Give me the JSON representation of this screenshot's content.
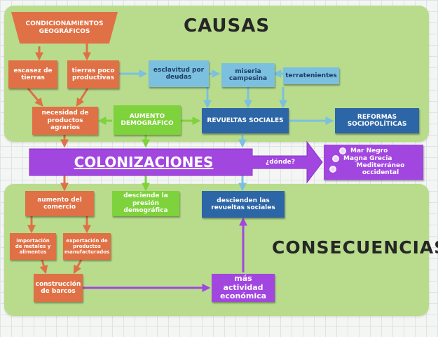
{
  "titles": {
    "causes": "CAUSAS",
    "consequences": "CONSECUENCIAS"
  },
  "nodes": {
    "condicionamientos": "CONDICIONAMIENTOS GEOGRÁFICOS",
    "escasez": "escasez de tierras",
    "tierras_poco": "tierras poco productivas",
    "esclavitud": "esclavitud por deudas",
    "miseria": "miseria campesina",
    "terratenientes": "terratenientes",
    "necesidad": "necesidad de productos agrarios",
    "aumento_demografico": "AUMENTO DEMOGRÁFICO",
    "revueltas": "REVUELTAS SOCIALES",
    "reformas": "REFORMAS SOCIOPOLÍTICAS",
    "colonizaciones": "COLONIZACIONES",
    "donde": "¿dónde?",
    "aumento_comercio": "aumento del comercio",
    "desciende_presion": "desciende la presión demográfica",
    "descienden_revueltas": "descienden las revueltas sociales",
    "importacion": "importación de metales y alimentos",
    "exportacion": "exportación de productos manufacturados",
    "construccion": "construcción de barcos",
    "mas_actividad": "más actividad económica"
  },
  "destinations": [
    "Mar Negro",
    "Magna Grecia",
    "Mediterráneo occidental"
  ],
  "colors": {
    "panel": "#b8dc8c",
    "orange": "#e07045",
    "light_blue": "#7cc0df",
    "dark_blue": "#2d66a6",
    "green": "#7ed23c",
    "purple": "#a246e0"
  }
}
